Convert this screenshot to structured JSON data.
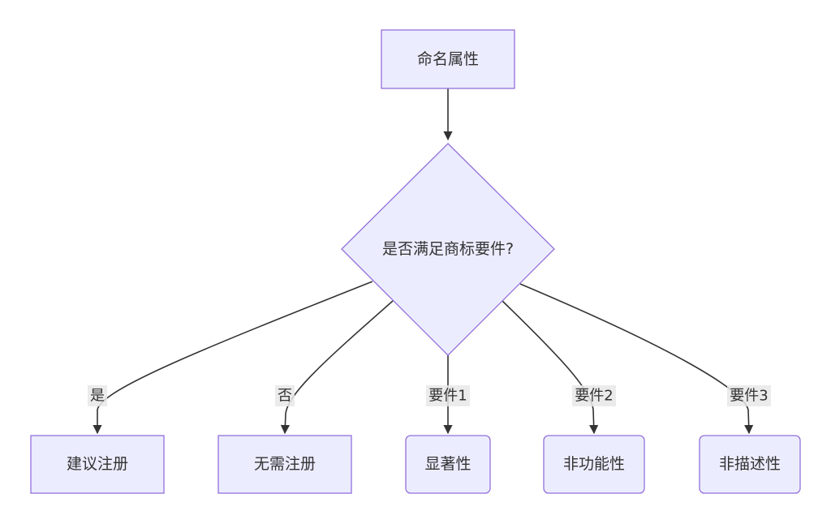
{
  "nodes": {
    "root": {
      "label": "命名属性"
    },
    "decision": {
      "label": "是否满足商标要件?"
    },
    "register": {
      "label": "建议注册"
    },
    "no_register": {
      "label": "无需注册"
    },
    "distinctive": {
      "label": "显著性"
    },
    "non_functional": {
      "label": "非功能性"
    },
    "non_descriptive": {
      "label": "非描述性"
    }
  },
  "edges": {
    "yes": {
      "label": "是"
    },
    "no": {
      "label": "否"
    },
    "req1": {
      "label": "要件1"
    },
    "req2": {
      "label": "要件2"
    },
    "req3": {
      "label": "要件3"
    }
  },
  "colors": {
    "node_fill": "#ECECFF",
    "node_stroke": "#9370DB",
    "edge": "#333333",
    "edge_label_bg": "#e8e8e8"
  }
}
